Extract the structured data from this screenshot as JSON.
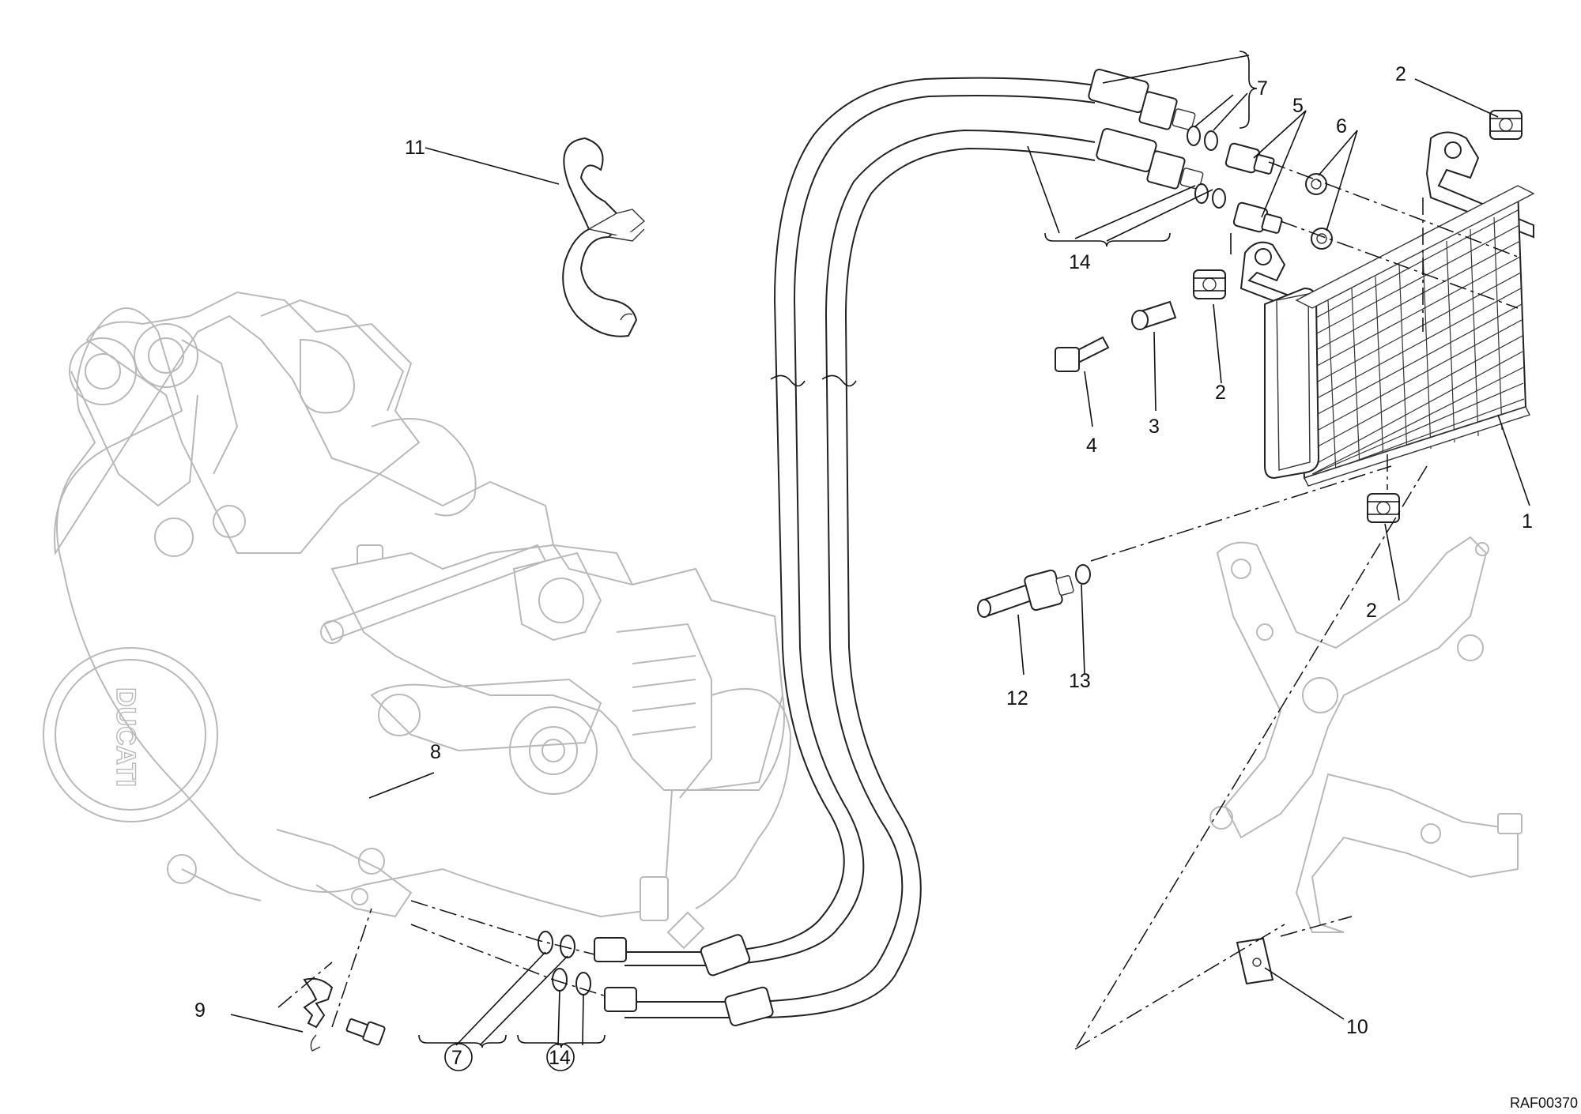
{
  "diagram": {
    "reference_code": "RAF00370",
    "engine_logo_text": "DUCATI",
    "callouts": [
      {
        "id": "c1",
        "label": "1"
      },
      {
        "id": "c2a",
        "label": "2"
      },
      {
        "id": "c2b",
        "label": "2"
      },
      {
        "id": "c2c",
        "label": "2"
      },
      {
        "id": "c3",
        "label": "3"
      },
      {
        "id": "c4",
        "label": "4"
      },
      {
        "id": "c5",
        "label": "5"
      },
      {
        "id": "c6",
        "label": "6"
      },
      {
        "id": "c7",
        "label": "7"
      },
      {
        "id": "c8",
        "label": "8"
      },
      {
        "id": "c9",
        "label": "9"
      },
      {
        "id": "c10",
        "label": "10"
      },
      {
        "id": "c11",
        "label": "11"
      },
      {
        "id": "c12",
        "label": "12"
      },
      {
        "id": "c13",
        "label": "13"
      },
      {
        "id": "c14",
        "label": "14"
      }
    ],
    "group_refs": [
      {
        "id": "g7",
        "label": "7"
      },
      {
        "id": "g14",
        "label": "14"
      }
    ]
  }
}
